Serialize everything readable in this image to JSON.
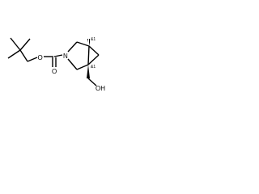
{
  "molecule": {
    "atoms": {
      "oxygen_carbonyl": "O",
      "oxygen_ester": "O",
      "nitrogen": "N",
      "hydroxymethyl": "OH"
    },
    "stereo_labels": {
      "upper_bridgehead": "&1",
      "lower_bridgehead": "&1"
    }
  },
  "colors": {
    "bond": "#000000",
    "text": "#000000",
    "background": "#ffffff"
  }
}
